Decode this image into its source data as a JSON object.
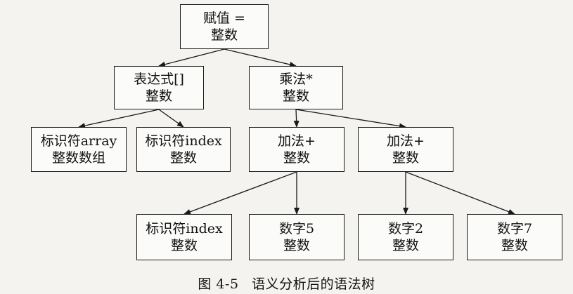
{
  "nodes": {
    "root": {
      "line1": "赋值 =",
      "line2": "整数"
    },
    "index": {
      "line1": "表达式[]",
      "line2": "整数"
    },
    "mul": {
      "line1": "乘法*",
      "line2": "整数"
    },
    "array": {
      "line1": "标识符array",
      "line2": "整数数组"
    },
    "idx1": {
      "line1": "标识符index",
      "line2": "整数"
    },
    "add1": {
      "line1": "加法+",
      "line2": "整数"
    },
    "add2": {
      "line1": "加法+",
      "line2": "整数"
    },
    "idx2": {
      "line1": "标识符index",
      "line2": "整数"
    },
    "num5": {
      "line1": "数字5",
      "line2": "整数"
    },
    "num2": {
      "line1": "数字2",
      "line2": "整数"
    },
    "num7": {
      "line1": "数字7",
      "line2": "整数"
    }
  },
  "caption": {
    "number": "图 4-5",
    "title": "语义分析后的语法树"
  }
}
